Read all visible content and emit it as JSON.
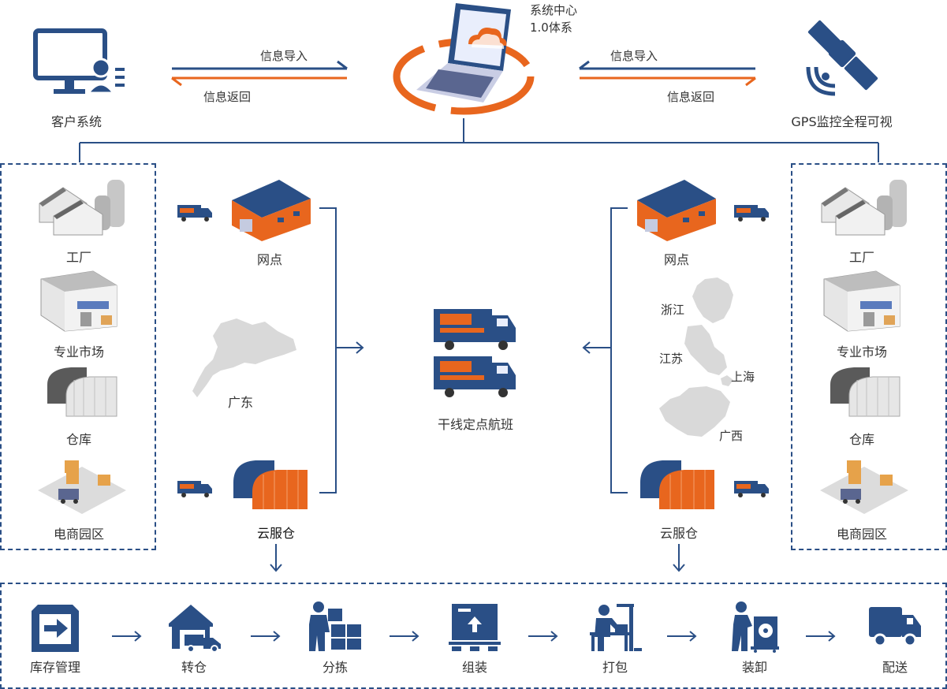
{
  "top": {
    "customer_label": "客户系统",
    "gps_label": "GPS监控全程可视",
    "center_title_line1": "系统中心",
    "center_title_line2": "1.0体系",
    "left_import": "信息导入",
    "left_return": "信息返回",
    "right_import": "信息导入",
    "right_return": "信息返回"
  },
  "left_panel": {
    "items": [
      "工厂",
      "专业市场",
      "仓库",
      "电商园区"
    ]
  },
  "right_panel": {
    "items": [
      "工厂",
      "专业市场",
      "仓库",
      "电商园区"
    ]
  },
  "middle": {
    "left_outlet": "网点",
    "left_region": "广东",
    "left_cloud": "云服仓",
    "right_outlet": "网点",
    "right_cloud": "云服仓",
    "trunk_label": "干线定点航班",
    "map_labels": [
      "浙江",
      "江苏",
      "上海",
      "广西"
    ]
  },
  "process": {
    "steps": [
      "库存管理",
      "转仓",
      "分拣",
      "组装",
      "打包",
      "装卸",
      "配送"
    ]
  },
  "colors": {
    "navy": "#2a4f86",
    "orange": "#e8661e",
    "grey_map": "#d9d9d9"
  }
}
